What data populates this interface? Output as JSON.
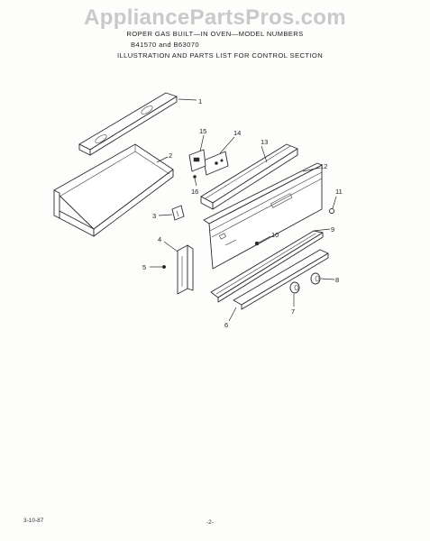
{
  "watermark": "AppliancePartsPros.com",
  "header": {
    "line1": "ROPER GAS BUILT—IN OVEN—MODEL NUMBERS",
    "line2": "B41570 and B63070",
    "line3": "ILLUSTRATION AND PARTS LIST FOR CONTROL SECTION"
  },
  "callouts": [
    "1",
    "2",
    "3",
    "4",
    "5",
    "6",
    "7",
    "8",
    "9",
    "10",
    "11",
    "12",
    "13",
    "14",
    "15",
    "16"
  ],
  "footer": {
    "date": "3-10-87",
    "page": "-2-"
  }
}
